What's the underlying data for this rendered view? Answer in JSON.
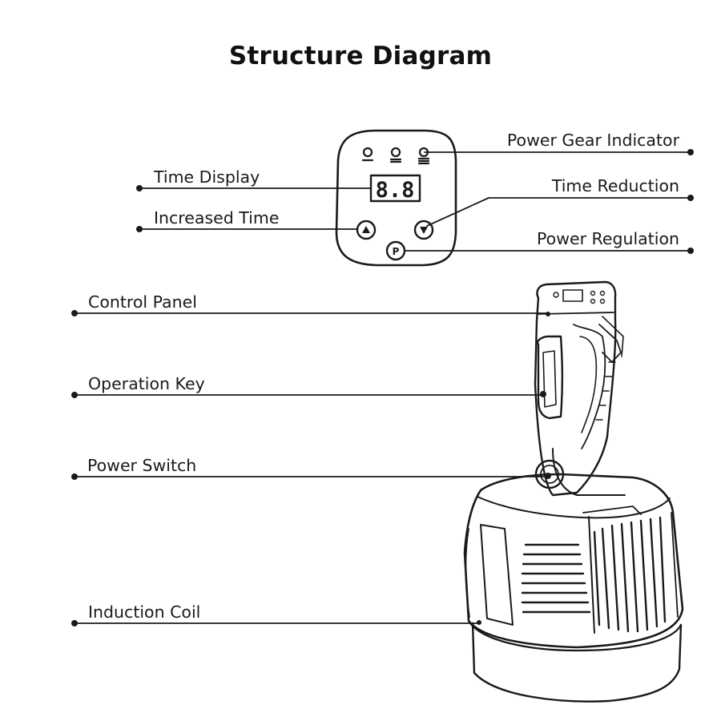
{
  "title": "Structure Diagram",
  "labels": {
    "power_gear_indicator": "Power Gear Indicator",
    "time_display": "Time Display",
    "time_reduction": "Time Reduction",
    "increased_time": "Increased Time",
    "power_regulation": "Power Regulation",
    "control_panel": "Control Panel",
    "operation_key": "Operation Key",
    "power_switch": "Power Switch",
    "induction_coil": "Induction Coil"
  },
  "panel": {
    "display_value": "8.8",
    "power_button_letter": "P"
  },
  "colors": {
    "ink": "#1a1a1a",
    "background": "#ffffff"
  }
}
